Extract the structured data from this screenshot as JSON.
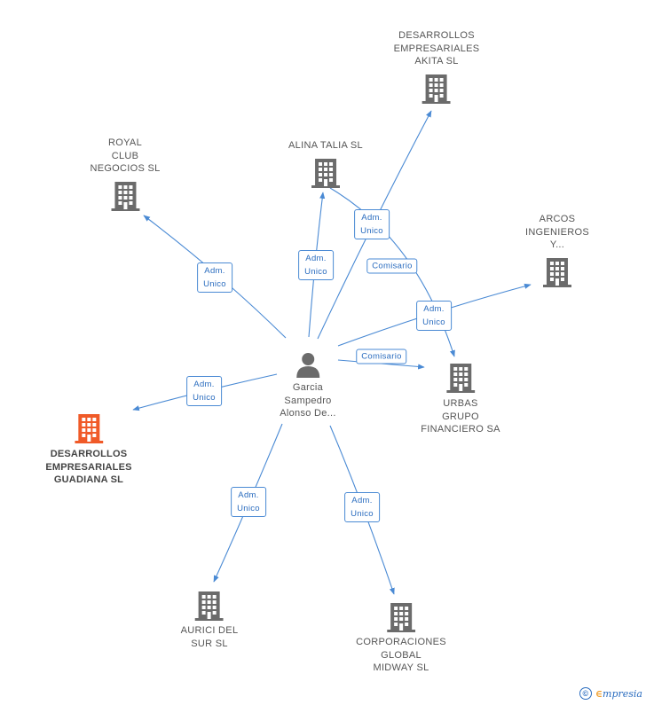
{
  "colors": {
    "edge": "#4a8ad4",
    "building": "#6b6b6b",
    "building_highlight": "#f05a28",
    "person": "#6b6b6b"
  },
  "nodes": {
    "center": {
      "label": "Garcia\nSampedro\nAlonso De...",
      "icon": "person-icon"
    },
    "royal": {
      "label": "ROYAL\nCLUB\nNEGOCIOS  SL",
      "icon": "building-icon"
    },
    "alina": {
      "label": "ALINA TALIA SL",
      "icon": "building-icon"
    },
    "akita": {
      "label": "DESARROLLOS\nEMPRESARIALES\nAKITA  SL",
      "icon": "building-icon"
    },
    "arcos": {
      "label": "ARCOS\nINGENIEROS\nY...",
      "icon": "building-icon"
    },
    "urbas": {
      "label": "URBAS\nGRUPO\nFINANCIERO SA",
      "icon": "building-icon"
    },
    "guadiana": {
      "label": "DESARROLLOS\nEMPRESARIALES\nGUADIANA SL",
      "icon": "building-icon"
    },
    "aurici": {
      "label": "AURICI DEL\nSUR SL",
      "icon": "building-icon"
    },
    "corporaciones": {
      "label": "CORPORACIONES\nGLOBAL\nMIDWAY SL",
      "icon": "building-icon"
    }
  },
  "edges": {
    "royal": "Adm.\nUnico",
    "alina": "Adm.\nUnico",
    "akita": "Adm.\nUnico",
    "comisario_akita_urbas": "Comisario",
    "arcos": "Adm.\nUnico",
    "urbas": "Comisario",
    "guadiana": "Adm.\nUnico",
    "aurici": "Adm.\nUnico",
    "corporaciones": "Adm.\nUnico"
  },
  "footer": {
    "copyright_symbol": "©",
    "brand_initial": "∈",
    "brand_rest": "mpresia"
  }
}
